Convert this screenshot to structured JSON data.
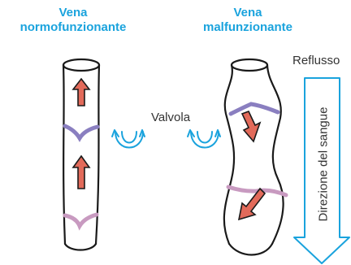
{
  "colors": {
    "title": "#1aa3dd",
    "arrow": "#e26a5a",
    "valve": "#8a7fc0",
    "blue": "#1aa3dd",
    "ink": "#1a1a1a"
  },
  "left": {
    "title_line1": "Vena",
    "title_line2": "normofunzionante"
  },
  "right": {
    "title_line1": "Vena",
    "title_line2": "malfunzionante"
  },
  "labels": {
    "valve": "Valvola",
    "reflux": "Reflusso",
    "direction": "Direzione del sangue"
  },
  "icons": [
    "up-arrow-icon",
    "down-arrow-icon",
    "valve-icon",
    "big-down-arrow-icon"
  ]
}
